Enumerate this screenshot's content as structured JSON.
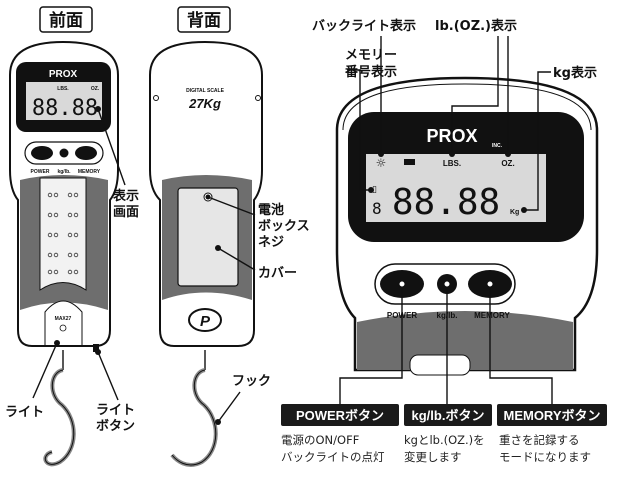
{
  "views": {
    "front": "前面",
    "back": "背面"
  },
  "front_device": {
    "brand": "PROX",
    "lcd_lbs": "LBS.",
    "lcd_oz": "OZ.",
    "lcd_digits": "88.88",
    "button_labels": [
      "POWER",
      "kg/lb.",
      "MEMORY"
    ],
    "light_label": "MAX27"
  },
  "back_device": {
    "model_line1": "DIGITAL SCALE",
    "model_line2": "27Kg",
    "logo_letter": "P"
  },
  "callouts_left": {
    "display_screen": [
      "表示",
      "画面"
    ],
    "battery_screw": [
      "電池",
      "ボックス",
      "ネジ"
    ],
    "cover": "カバー",
    "hook": "フック",
    "light": "ライト",
    "light_button": [
      "ライト",
      "ボタン"
    ]
  },
  "detail": {
    "brand": "PROX",
    "brand_sub": "INC.",
    "lcd_lbs": "LBS.",
    "lcd_oz": "OZ.",
    "lcd_digits": "88.88",
    "lcd_kg": "Kg",
    "callouts": {
      "backlight": "バックライト表示",
      "lb_oz": "lb.(OZ.)表示",
      "memory_no": [
        "メモリー",
        "番号表示"
      ],
      "kg": "kg表示"
    },
    "button_labels": [
      "POWER",
      "kg/lb.",
      "MEMORY"
    ]
  },
  "buttons": [
    {
      "title": "POWERボタン",
      "desc": [
        "電源のON/OFF",
        "バックライトの点灯"
      ]
    },
    {
      "title": "kg/lb.ボタン",
      "desc": [
        "kgとlb.(OZ.)を",
        "変更します"
      ]
    },
    {
      "title": "MEMORYボタン",
      "desc": [
        "重さを記録する",
        "モードになります"
      ]
    }
  ],
  "colors": {
    "ink": "#111111",
    "grip": "#6e6e6e",
    "lcd": "#d9d9d9",
    "box": "#1a1a1a"
  }
}
